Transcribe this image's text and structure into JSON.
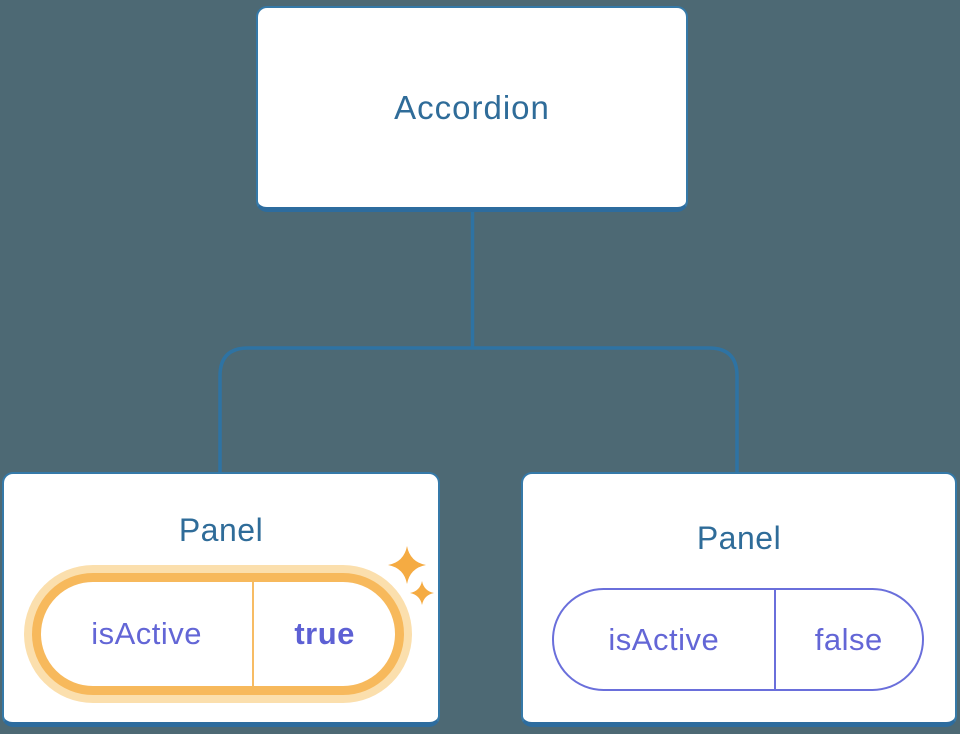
{
  "diagram": {
    "description": "Component tree: one parent with two children showing a prop",
    "root_label": "Accordion",
    "panels": [
      {
        "title": "Panel",
        "prop_name": "isActive",
        "prop_value": "true",
        "state": "active",
        "highlight": "orange-glow-with-sparkles"
      },
      {
        "title": "Panel",
        "prop_name": "isActive",
        "prop_value": "false",
        "state": "inactive",
        "highlight": "none"
      }
    ]
  },
  "icons": {
    "active_panel_decoration": "sparkles-icon"
  },
  "colors": {
    "background": "#4d6974",
    "node_border": "#3579a8",
    "node_border_bottom": "#2d6c9e",
    "connector_line": "#2e73a3",
    "node_title_text": "#2f6c99",
    "prop_text_purple": "#6366d6",
    "prop_value_bold_purple": "#5d60d4",
    "pill_purple_border": "#6a6fdb",
    "pill_orange_border": "#f7b95c",
    "pill_orange_halo": "#fbdfad",
    "sparkle_orange": "#f5ab42"
  }
}
